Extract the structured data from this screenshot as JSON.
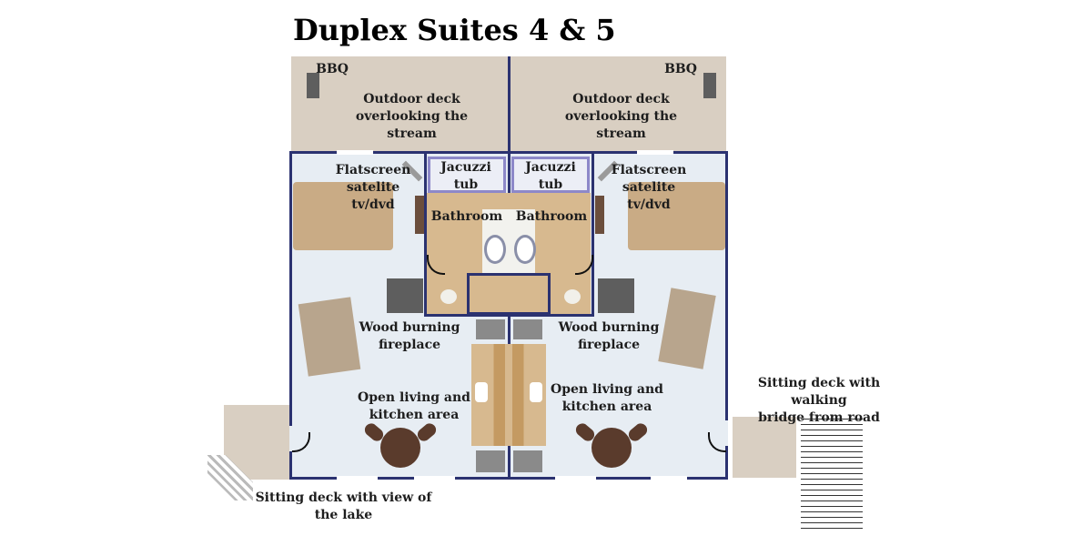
{
  "title": "Duplex Suites 4 & 5",
  "suite_left": {
    "bbq": "BBQ",
    "outdoor_deck": [
      "Outdoor deck",
      "overlooking the",
      "stream"
    ],
    "tv": [
      "Flatscreen",
      "satelite",
      "tv/dvd"
    ],
    "jacuzzi": [
      "Jacuzzi",
      "tub"
    ],
    "bathroom": "Bathroom",
    "fireplace": [
      "Wood burning",
      "fireplace"
    ],
    "living": [
      "Open living and",
      "kitchen area"
    ],
    "deck": [
      "Sitting deck with view of",
      "the lake"
    ]
  },
  "suite_right": {
    "bbq": "BBQ",
    "outdoor_deck": [
      "Outdoor deck",
      "overlooking the",
      "stream"
    ],
    "tv": [
      "Flatscreen",
      "satelite",
      "tv/dvd"
    ],
    "jacuzzi": [
      "Jacuzzi",
      "tub"
    ],
    "bathroom": "Bathroom",
    "fireplace": [
      "Wood burning",
      "fireplace"
    ],
    "living": [
      "Open living and",
      "kitchen area"
    ],
    "deck": [
      "Sitting deck with walking",
      "bridge from road"
    ]
  },
  "colors": {
    "wall": "#2b3270",
    "deck": "#d9cfc2",
    "floor": "#e7edf3",
    "wood": "#d7b98f"
  }
}
